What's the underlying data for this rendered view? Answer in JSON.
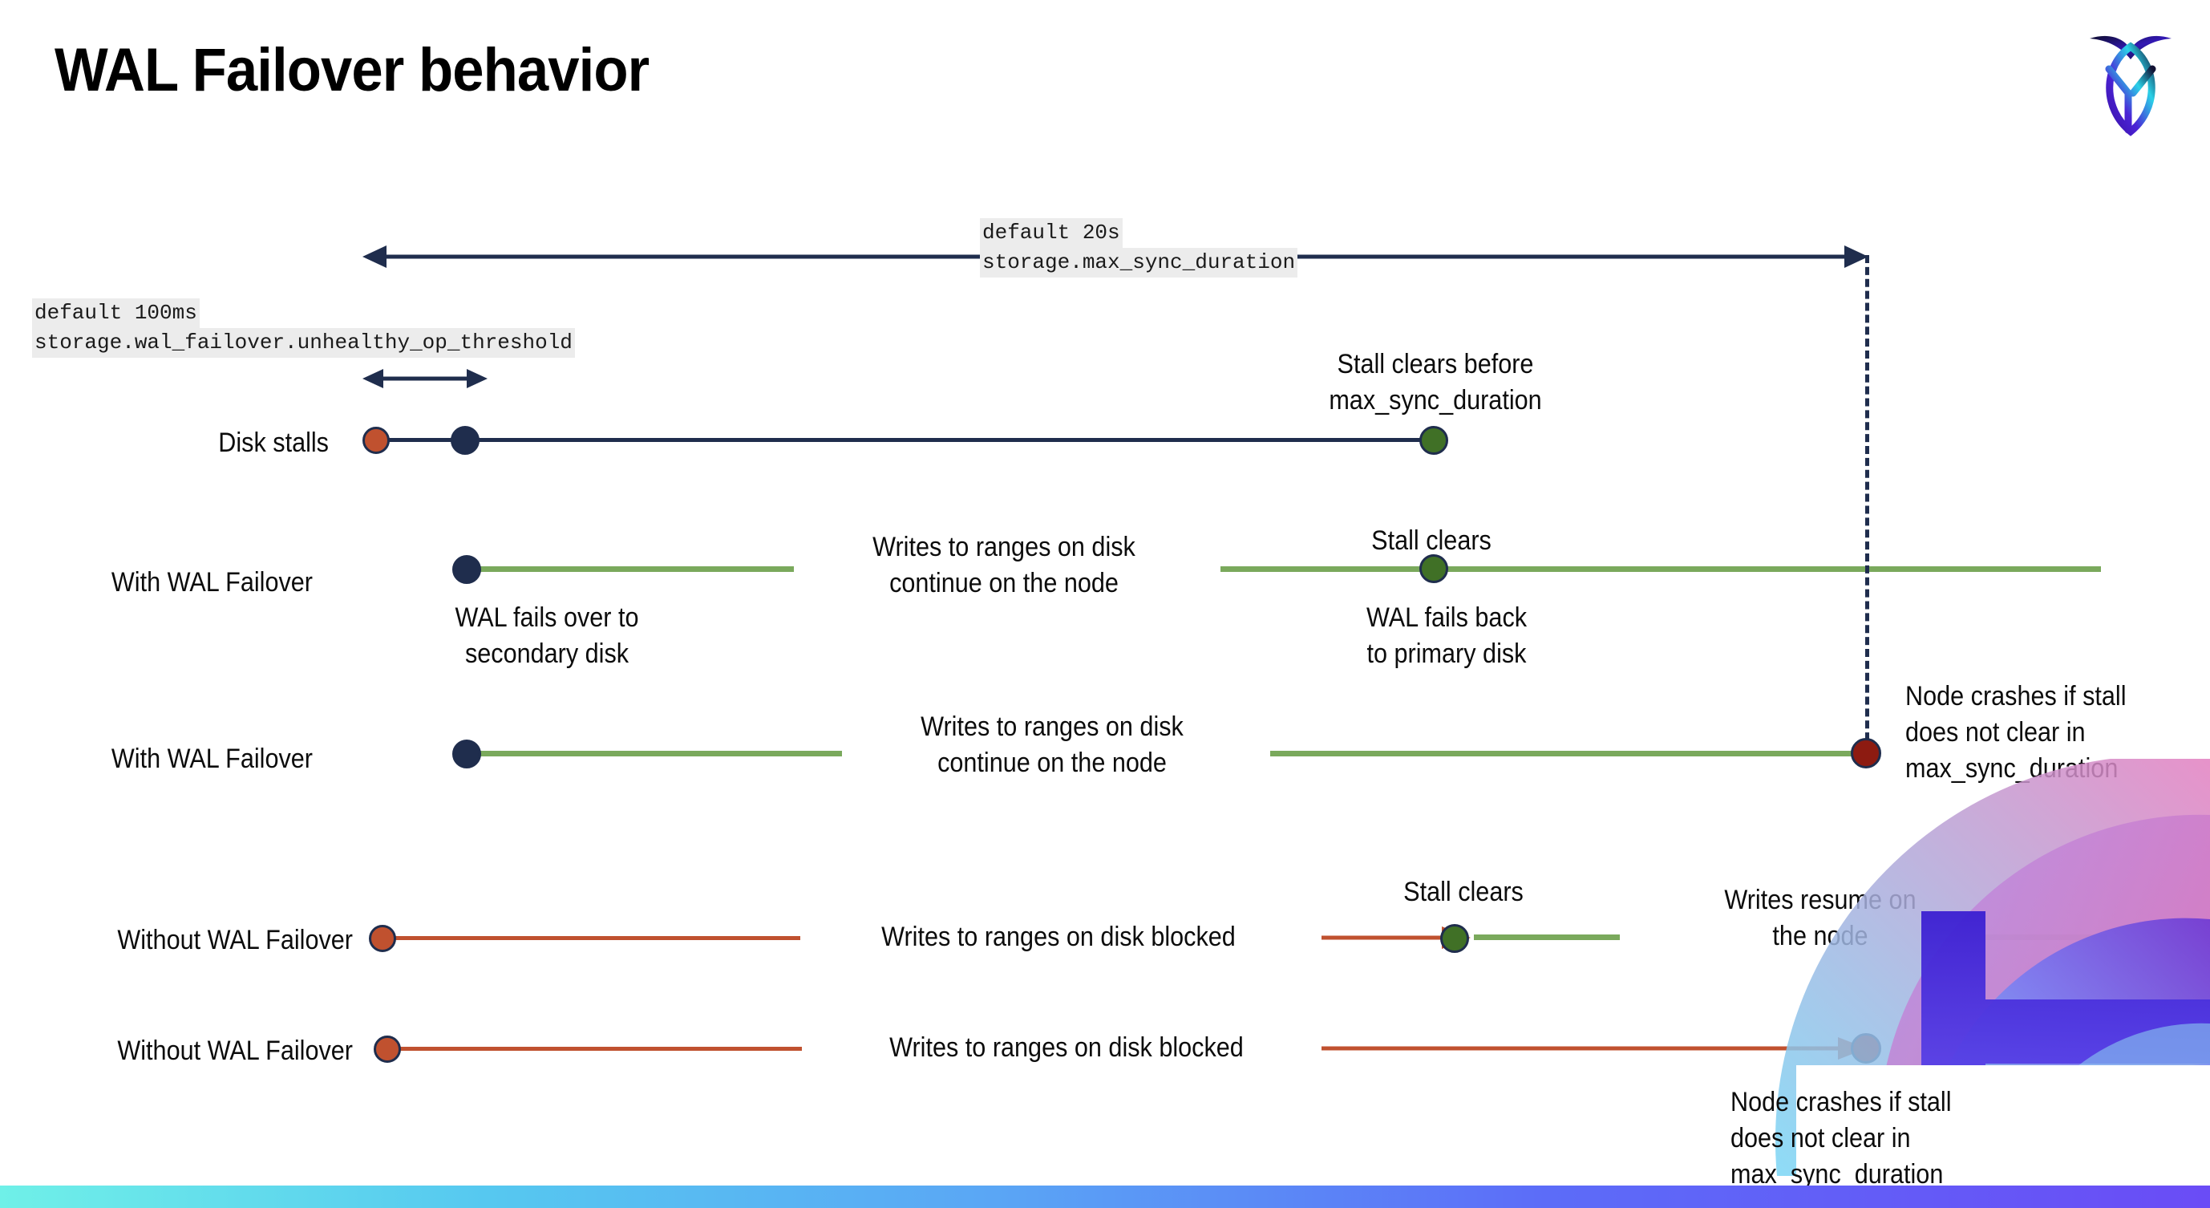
{
  "slide": {
    "title": "WAL Failover behavior",
    "logo_name": "cockroachdb-logo"
  },
  "annotations": {
    "max_sync": {
      "default": "default 20s",
      "setting": "storage.max_sync_duration"
    },
    "unhealthy": {
      "default": "default 100ms",
      "setting": "storage.wal_failover.unhealthy_op_threshold"
    }
  },
  "rows": [
    {
      "label": "Disk stalls",
      "notes": {
        "stall_clears_before": "Stall clears before\nmax_sync_duration"
      }
    },
    {
      "label": "With WAL Failover",
      "notes": {
        "writes_continue": "Writes to ranges on disk\ncontinue on the node",
        "stall_clears": "Stall clears",
        "fails_over": "WAL fails over to\nsecondary disk",
        "fails_back": "WAL fails  back\nto primary disk"
      }
    },
    {
      "label": "With WAL Failover",
      "notes": {
        "writes_continue": "Writes to ranges on disk\ncontinue on the node",
        "node_crashes": "Node crashes if stall\ndoes not clear in\nmax_sync_duration"
      }
    },
    {
      "label": "Without WAL Failover",
      "notes": {
        "writes_blocked": "Writes to ranges on disk  blocked",
        "stall_clears": "Stall clears",
        "writes_resume": "Writes resume on\nthe node"
      }
    },
    {
      "label": "Without WAL Failover",
      "notes": {
        "writes_blocked": "Writes to ranges on disk  blocked",
        "node_crashes": "Node crashes if stall\ndoes not clear in\nmax_sync_duration"
      }
    }
  ],
  "colors": {
    "navy": "#1f2d4d",
    "orange": "#c0512f",
    "green_line": "#7aa95c",
    "green_dot": "#407026",
    "red_dot": "#8d1b11",
    "code_chip_bg": "#ececec"
  }
}
